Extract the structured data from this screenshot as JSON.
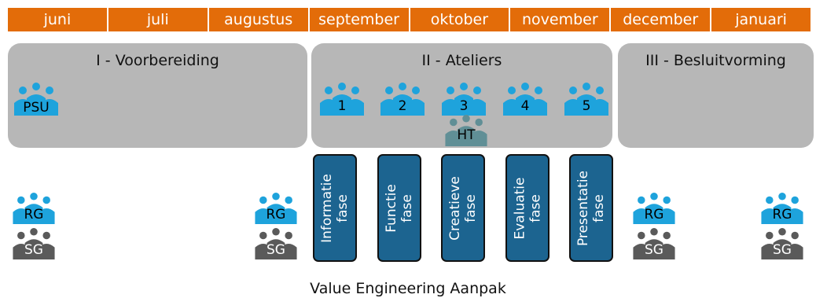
{
  "months": [
    "juni",
    "juli",
    "augustus",
    "september",
    "oktober",
    "november",
    "december",
    "januari"
  ],
  "colors": {
    "month_bar": "#e36c09",
    "phase_box": "#b7b7b7",
    "group_blue": "#1ea3dc",
    "group_grey": "#5a5a5a",
    "group_teal": "#608f96",
    "fase_box": "#1c6490"
  },
  "phases": [
    {
      "title": "I - Voorbereiding"
    },
    {
      "title": "II - Ateliers"
    },
    {
      "title": "III - Besluitvorming"
    }
  ],
  "groups": {
    "psu": "PSU",
    "ateliers": [
      "1",
      "2",
      "3",
      "4",
      "5"
    ],
    "ht": "HT",
    "rg": "RG",
    "sg": "SG"
  },
  "fases": [
    {
      "line1": "Informatie",
      "line2": "fase"
    },
    {
      "line1": "Functie",
      "line2": "fase"
    },
    {
      "line1": "Creatieve",
      "line2": "fase"
    },
    {
      "line1": "Evaluatie",
      "line2": "fase"
    },
    {
      "line1": "Presentatie",
      "line2": "fase"
    }
  ],
  "caption": "Value Engineering Aanpak"
}
